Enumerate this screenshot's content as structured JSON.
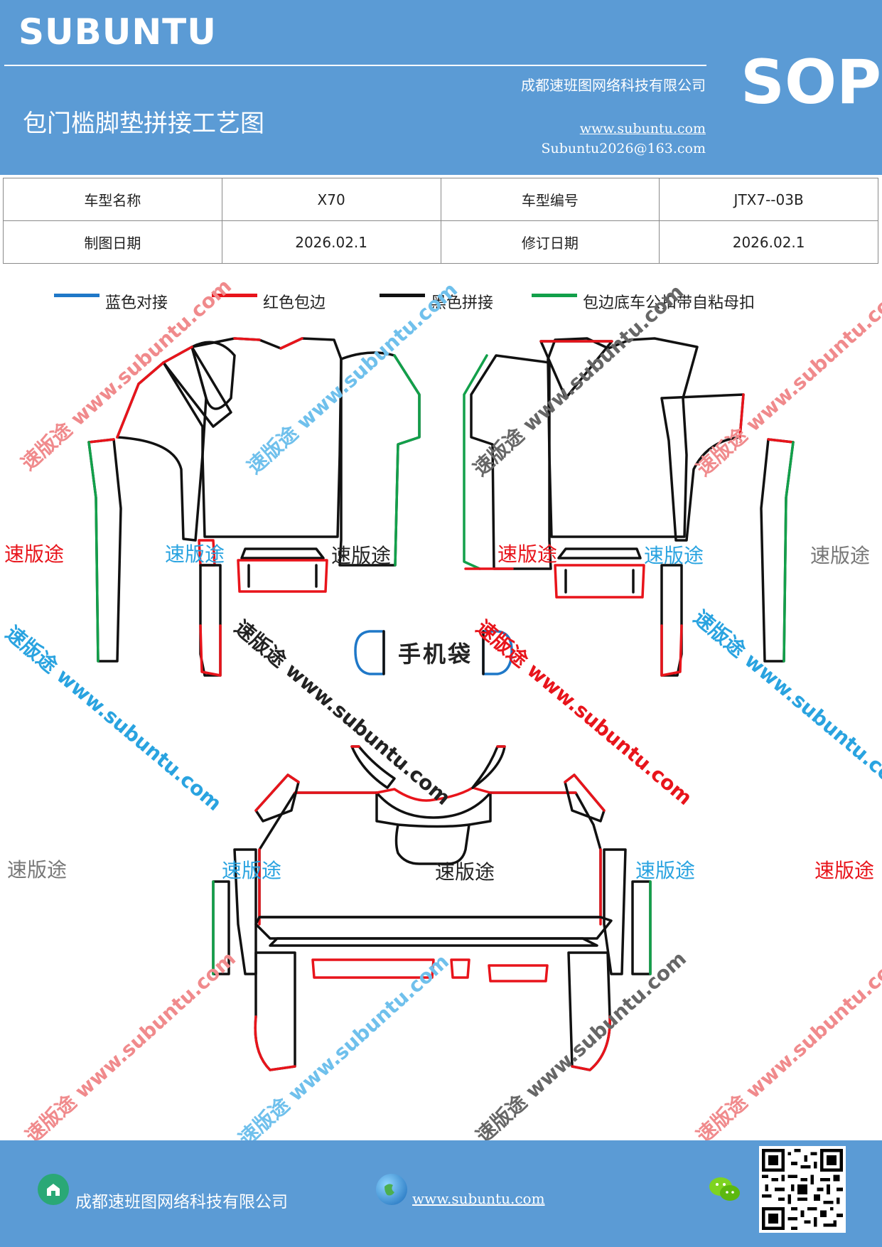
{
  "header": {
    "brand": "SUBUNTU",
    "company": "成都速班图网络科技有限公司",
    "title": "包门槛脚垫拼接工艺图",
    "website": "www.subuntu.com",
    "email": "Subuntu2026@163.com",
    "doc_type": "SOP",
    "background_color": "#5b9bd5"
  },
  "info_table": {
    "rows": [
      [
        "车型名称",
        "X70",
        "车型编号",
        "JTX7--03B"
      ],
      [
        "制图日期",
        "2026.02.1",
        "修订日期",
        "2026.02.1"
      ]
    ]
  },
  "legend": [
    {
      "label": "蓝色对接",
      "color": "#1f78c8"
    },
    {
      "label": "红色包边",
      "color": "#e8141b"
    },
    {
      "label": "黑色拼接",
      "color": "#111111"
    },
    {
      "label": "包边底车公扣带自粘母扣",
      "color": "#12a04a"
    }
  ],
  "phone_bag_label": "手机袋",
  "watermarks": {
    "short": "速版途",
    "long": "速版途 www.subuntu.com"
  },
  "footer": {
    "company": "成都速班图网络科技有限公司",
    "website": "www.subuntu.com",
    "icons": [
      "building-icon",
      "globe-icon",
      "wechat-icon",
      "qr-code"
    ]
  }
}
